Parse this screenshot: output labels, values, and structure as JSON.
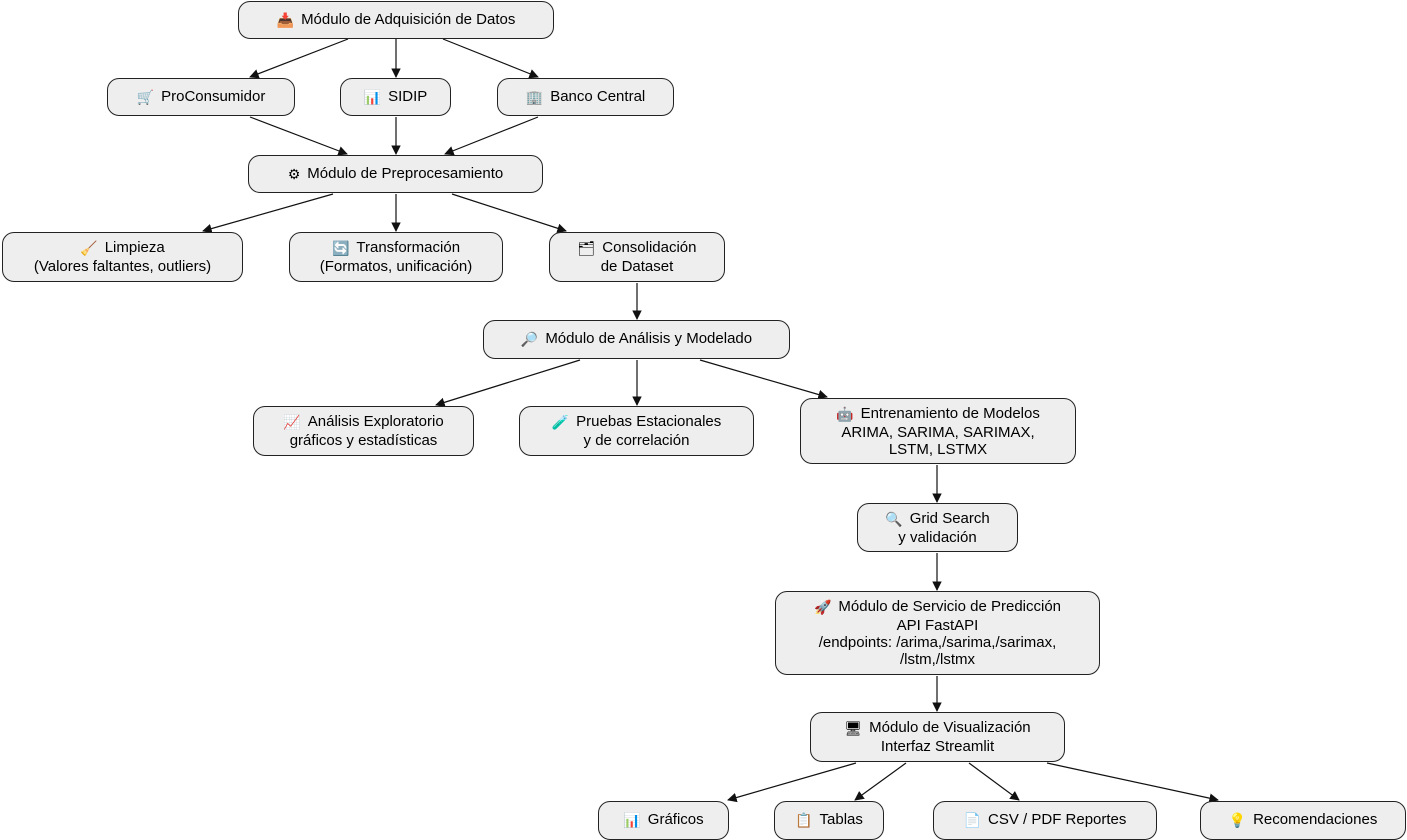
{
  "nodes": [
    {
      "id": "adq",
      "icon": "📥",
      "icon_name": "inbox-tray-icon",
      "lines": [
        "Módulo de Adquisición de Datos"
      ]
    },
    {
      "id": "procon",
      "icon": "🛒",
      "icon_name": "shopping-cart-icon",
      "lines": [
        "ProConsumidor"
      ]
    },
    {
      "id": "sidip",
      "icon": "📊",
      "icon_name": "bar-chart-icon",
      "lines": [
        "SIDIP"
      ]
    },
    {
      "id": "banco",
      "icon": "🏢",
      "icon_name": "office-building-icon",
      "lines": [
        "Banco Central"
      ]
    },
    {
      "id": "prep",
      "icon": "⚙",
      "icon_name": "gear-icon",
      "lines": [
        "Módulo de Preprocesamiento"
      ]
    },
    {
      "id": "limpieza",
      "icon": "🧹",
      "icon_name": "broom-icon",
      "lines": [
        "Limpieza",
        "(Valores faltantes, outliers)"
      ]
    },
    {
      "id": "transf",
      "icon": "🔄",
      "icon_name": "refresh-icon",
      "lines": [
        "Transformación",
        "(Formatos, unificación)"
      ]
    },
    {
      "id": "consol",
      "icon": "🗂",
      "icon_name": "folder-stack-icon",
      "lines": [
        "Consolidación",
        "de Dataset"
      ]
    },
    {
      "id": "analisis",
      "icon": "🔎",
      "icon_name": "magnifier-icon",
      "lines": [
        "Módulo de Análisis y Modelado"
      ]
    },
    {
      "id": "explor",
      "icon": "📈",
      "icon_name": "line-chart-icon",
      "lines": [
        "Análisis Exploratorio",
        "gráficos y estadísticas"
      ]
    },
    {
      "id": "pruebas",
      "icon": "🧪",
      "icon_name": "test-tube-icon",
      "lines": [
        "Pruebas Estacionales",
        "y de correlación"
      ]
    },
    {
      "id": "entren",
      "icon": "🤖",
      "icon_name": "robot-icon",
      "lines": [
        "Entrenamiento de Modelos",
        "ARIMA, SARIMA, SARIMAX,",
        "LSTM, LSTMX"
      ]
    },
    {
      "id": "grid",
      "icon": "🔍",
      "icon_name": "search-icon",
      "lines": [
        "Grid Search",
        "y validación"
      ]
    },
    {
      "id": "servicio",
      "icon": "🚀",
      "icon_name": "rocket-icon",
      "lines": [
        "Módulo de Servicio de Predicción",
        "API FastAPI",
        "/endpoints: /arima,/sarima,/sarimax,",
        "/lstm,/lstmx"
      ]
    },
    {
      "id": "visual",
      "icon": "🖥",
      "icon_name": "monitor-icon",
      "lines": [
        "Módulo de Visualización",
        "Interfaz Streamlit"
      ]
    },
    {
      "id": "graficos",
      "icon": "📊",
      "icon_name": "bar-chart-icon",
      "lines": [
        "Gráficos"
      ]
    },
    {
      "id": "tablas",
      "icon": "📋",
      "icon_name": "clipboard-icon",
      "lines": [
        "Tablas"
      ]
    },
    {
      "id": "reportes",
      "icon": "📄",
      "icon_name": "document-icon",
      "lines": [
        "CSV / PDF Reportes"
      ]
    },
    {
      "id": "recom",
      "icon": "💡",
      "icon_name": "lightbulb-icon",
      "lines": [
        "Recomendaciones"
      ]
    }
  ],
  "edges": [
    [
      "adq",
      "procon"
    ],
    [
      "adq",
      "sidip"
    ],
    [
      "adq",
      "banco"
    ],
    [
      "procon",
      "prep"
    ],
    [
      "sidip",
      "prep"
    ],
    [
      "banco",
      "prep"
    ],
    [
      "prep",
      "limpieza"
    ],
    [
      "prep",
      "transf"
    ],
    [
      "prep",
      "consol"
    ],
    [
      "consol",
      "analisis"
    ],
    [
      "analisis",
      "explor"
    ],
    [
      "analisis",
      "pruebas"
    ],
    [
      "analisis",
      "entren"
    ],
    [
      "entren",
      "grid"
    ],
    [
      "grid",
      "servicio"
    ],
    [
      "servicio",
      "visual"
    ],
    [
      "visual",
      "graficos"
    ],
    [
      "visual",
      "tablas"
    ],
    [
      "visual",
      "reportes"
    ],
    [
      "visual",
      "recom"
    ]
  ]
}
